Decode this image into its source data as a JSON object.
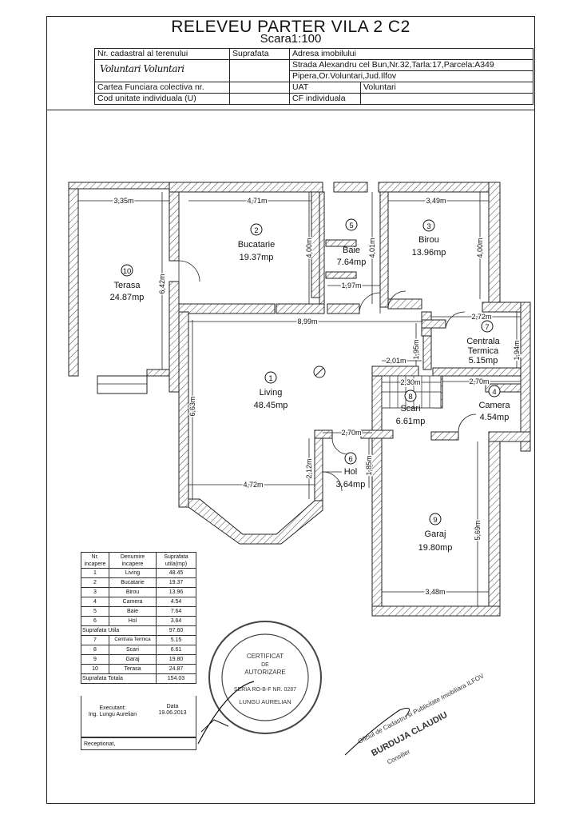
{
  "document": {
    "title": "RELEVEU PARTER VILA 2 C2",
    "scale": "Scara1:100"
  },
  "header_table": {
    "cadastral_label": "Nr. cadastral al terenului",
    "surface_label": "Suprafata",
    "address_label": "Adresa imobilului",
    "address_line1": "Strada Alexandru cel Bun,Nr.32,Tarla:17,Parcela:A349",
    "address_line2": "Pipera,Or.Voluntari,Jud.Ilfov",
    "carte_label": "Cartea Funciara colectiva nr.",
    "uat_label": "UAT",
    "uat_value": "Voluntari",
    "unit_label": "Cod unitate individuala (U)",
    "cf_label": "CF individuala",
    "handwritten": "Voluntari Voluntari"
  },
  "rooms": [
    {
      "num": "1",
      "name": "Living",
      "area": "48.45mp"
    },
    {
      "num": "2",
      "name": "Bucatarie",
      "area": "19.37mp"
    },
    {
      "num": "3",
      "name": "Birou",
      "area": "13.96mp"
    },
    {
      "num": "4",
      "name": "Camera",
      "area": "4.54mp"
    },
    {
      "num": "5",
      "name": "Baie",
      "area": "7.64mp"
    },
    {
      "num": "6",
      "name": "Hol",
      "area": "3.64mp"
    },
    {
      "num": "7",
      "name": "Centrala",
      "name2": "Termica",
      "area": "5.15mp"
    },
    {
      "num": "8",
      "name": "Scari",
      "area": "6.61mp"
    },
    {
      "num": "9",
      "name": "Garaj",
      "area": "19.80mp"
    },
    {
      "num": "10",
      "name": "Terasa",
      "area": "24.87mp"
    }
  ],
  "dimensions": {
    "terasa_w": "3,35m",
    "terasa_h": "6,42m",
    "bucatarie_w": "4,71m",
    "bucatarie_h": "4,00m",
    "baie_h": "4,01m",
    "baie_w": "1,97m",
    "birou_w": "3,49m",
    "birou_h": "4,00m",
    "living_w": "8,99m",
    "living_h": "6,63m",
    "living_bay": "4,72m",
    "living_side": "2,12m",
    "centrala_w": "2,72m",
    "centrala_h": "1,94m",
    "stair_a": "2,01m",
    "stair_b": "1,95m",
    "scari_w": "2,30m",
    "camera_w": "2,70m",
    "hol_w": "2,70m",
    "hol_h": "1,85m",
    "garaj_h": "5,69m",
    "garaj_w": "3,48m"
  },
  "legend": {
    "headers": [
      "Nr. incapere",
      "Denumire incapere",
      "Suprafata utila(mp)"
    ],
    "rows": [
      [
        "1",
        "Living",
        "48.45"
      ],
      [
        "2",
        "Bucatarie",
        "19.37"
      ],
      [
        "3",
        "Birou",
        "13.96"
      ],
      [
        "4",
        "Camera",
        "4.54"
      ],
      [
        "5",
        "Baie",
        "7.64"
      ],
      [
        "6",
        "Hol",
        "3.64"
      ]
    ],
    "utila_label": "Suprafata Utila",
    "utila_value": "97.60",
    "rows2": [
      [
        "7",
        "Centrala Termica",
        "5.15"
      ],
      [
        "8",
        "Scari",
        "6.61"
      ],
      [
        "9",
        "Garaj",
        "19.80"
      ],
      [
        "10",
        "Terasa",
        "24.87"
      ]
    ],
    "total_label": "Suprafata Totala",
    "total_value": "154.03"
  },
  "executant": {
    "label": "Executant:",
    "name": "Ing. Lungu Aurelian",
    "date_label": "Data",
    "date": "19.06.2013",
    "receptionat": "Receptionat,"
  },
  "stamp_round": {
    "center1": "CERTIFICAT",
    "center2": "DE",
    "center3": "AUTORIZARE",
    "series": "SERIA RO-B-F NR. 0287",
    "name": "LUNGU AURELIAN"
  },
  "stamp_office": {
    "office": "Oficiul de Cadastru si Publicitate Imobiliara ILFOV",
    "name": "BURDUJA CLAUDIU",
    "role": "Consilier"
  }
}
